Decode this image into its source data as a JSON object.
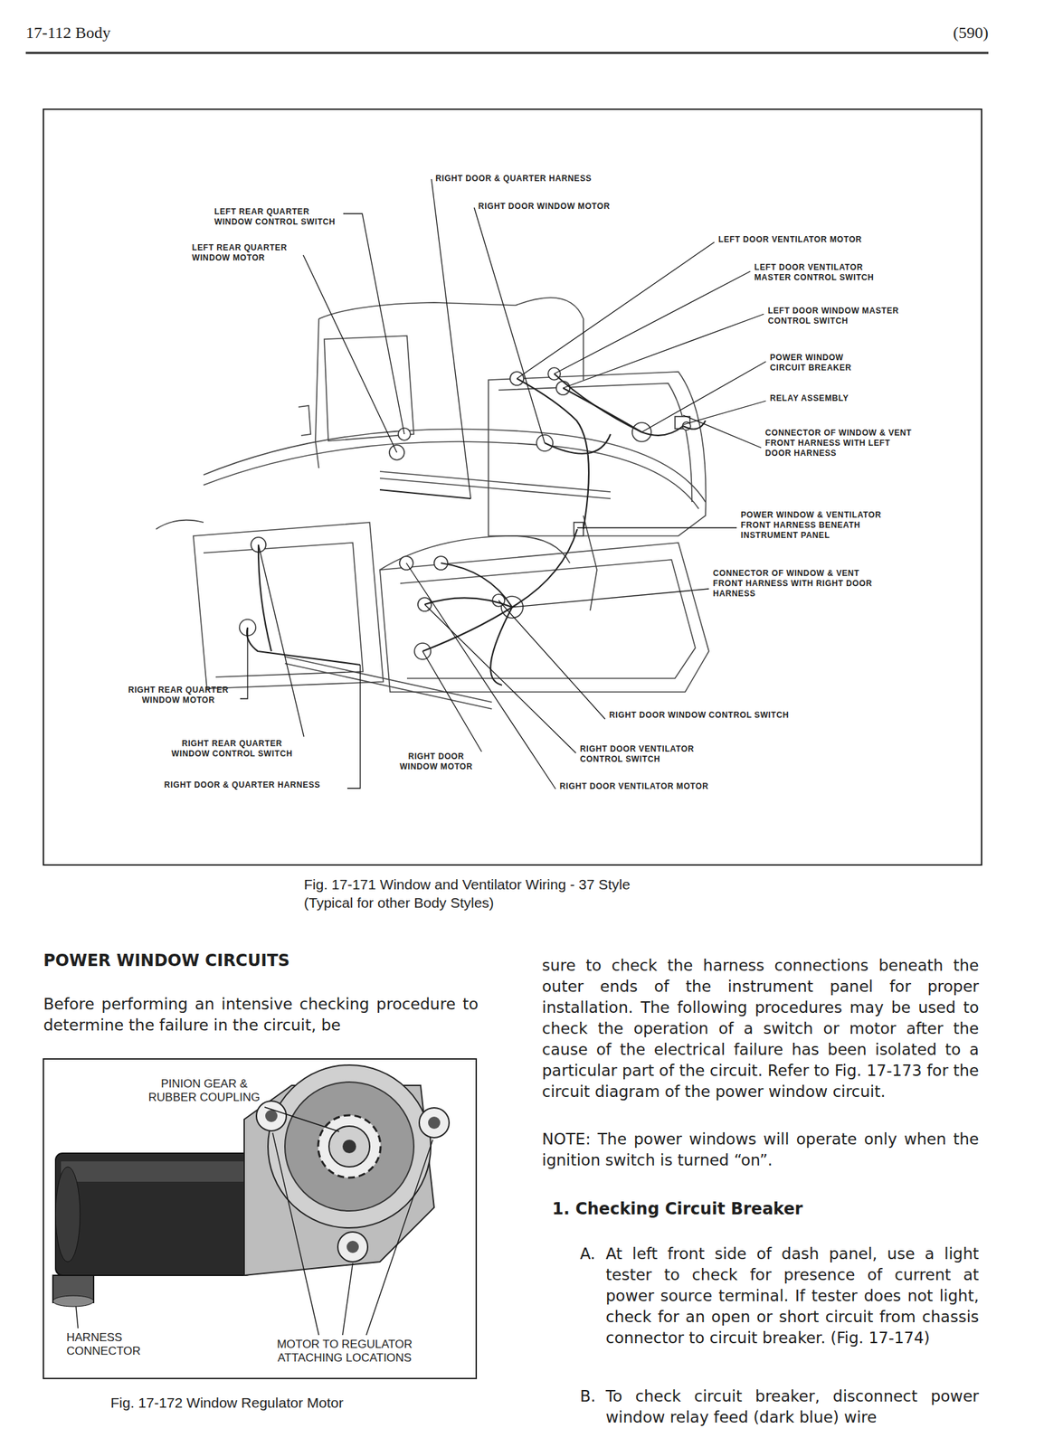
{
  "diagram": {
    "title": "POWER WINDOW CIRCUITS",
    "caption": "Fig. 17-171 Window and Ventilator Wiring - 37 Style (Typical for other Body Styles)",
    "labels": [
      "17-112 Body",
      "(590)",
      "RIGHT DOOR & QUARTER HARNESS",
      "RIGHT DOOR WINDOW MOTOR",
      "LEFT REAR QUARTER WINDOW CONTROL SWITCH",
      "LEFT REAR QUARTER WINDOW MOTOR",
      "LEFT DOOR VENTILATOR MOTOR",
      "LEFT DOOR VENTILATOR MASTER CONTROL SWITCH",
      "LEFT DOOR WINDOW MASTER CONTROL SWITCH",
      "POWER WINDOW CIRCUIT BREAKER",
      "RELAY ASSEMBLY",
      "CONNECTOR OF WINDOW & VENT FRONT HARNESS WITH LEFT DOOR HARNESS",
      "POWER WINDOW & VENTILATOR FRONT HARNESS BENEATH INSTRUMENT PANEL",
      "CONNECTOR OF WINDOW & VENT FRONT HARNESS WITH RIGHT DOOR HARNESS",
      "RIGHT REAR QUARTER WINDOW MOTOR",
      "RIGHT DOOR WINDOW CONTROL SWITCH",
      "RIGHT REAR QUARTER WINDOW CONTROL SWITCH",
      "RIGHT DOOR WINDOW MOTOR",
      "RIGHT DOOR VENTILATOR CONTROL SWITCH",
      "RIGHT DOOR & QUARTER HARNESS",
      "RIGHT DOOR VENTILATOR MOTOR",
      "Fig. 17-172 Window Regulator Motor",
      "PINION GEAR & RUBBER COUPLING",
      "HARNESS CONNECTOR",
      "MOTOR TO REGULATOR ATTACHING LOCATIONS",
      "Before performing an intensive checking procedure to determine the failure in the circuit, be",
      "sure to check the harness connections beneath the outer ends of the instrument panel for proper installation. The following procedures may be used to check the operation of a switch or motor after the cause of the electrical failure has been isolated to a particular part of the circuit. Refer to Fig. 17-173 for the circuit diagram of the power window circuit.",
      "NOTE: The power windows will operate only when the ignition switch is turned “on”.",
      "1. Checking Circuit Breaker",
      "A.",
      "At left front side of dash panel, use a light tester to check for presence of current at power source terminal. If tester does not light, check for an open or short circuit from chassis connector to circuit breaker. (Fig. 17-174)",
      "B.",
      "To check circuit breaker, disconnect power window relay feed (dark blue) wire"
    ]
  }
}
